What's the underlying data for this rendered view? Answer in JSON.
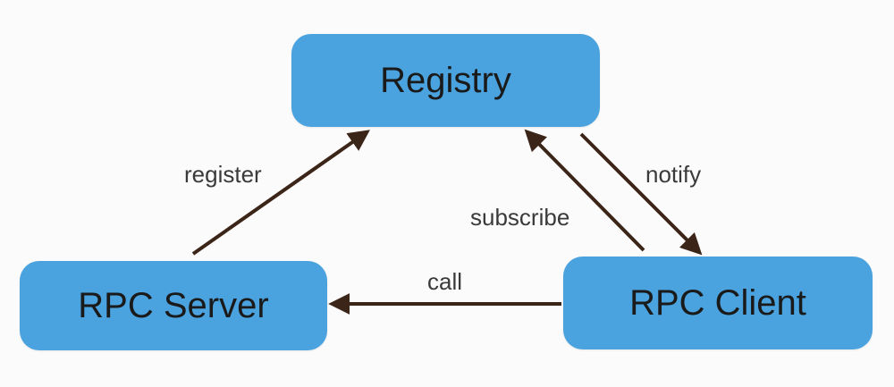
{
  "nodes": {
    "registry": "Registry",
    "rpc_server": "RPC Server",
    "rpc_client": "RPC Client"
  },
  "edges": {
    "register": "register",
    "subscribe": "subscribe",
    "notify": "notify",
    "call": "call"
  },
  "colors": {
    "node_fill": "#4aa3df",
    "arrow": "#3b2418",
    "text": "#1a1a1a"
  }
}
